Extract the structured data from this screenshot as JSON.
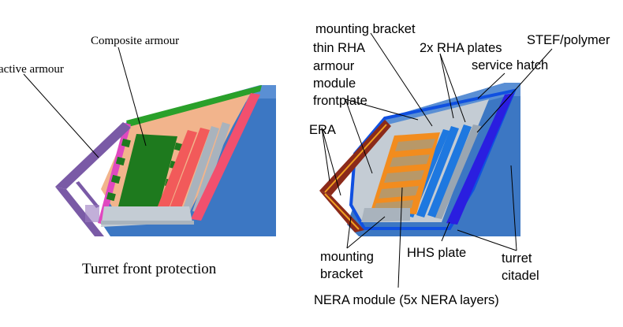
{
  "left_figure": {
    "labels": {
      "active_armour": "active armour",
      "composite_armour": "Composite armour"
    },
    "caption": "Turret front protection",
    "colors": {
      "turret_blue": "#3c77c3",
      "active_armour_frame": "#7a5aa6",
      "composite_fill": "#f2b48c",
      "module_green": "#1e7a1e",
      "top_plate_green": "#2aa02a",
      "magenta_plate": "#e048c0",
      "red_plates": "#f25a5a",
      "pink_plate": "#f2506e",
      "gray_plates": "#a9b3bd"
    }
  },
  "right_figure": {
    "labels": {
      "mounting_bracket_top": "mounting bracket",
      "thin_rha_1": "thin RHA",
      "thin_rha_2": "armour",
      "thin_rha_3": "module",
      "thin_rha_4": "frontplate",
      "rha_plates": "2x RHA plates",
      "stef": "STEF/polymer",
      "service_hatch": "service hatch",
      "era": "ERA",
      "mounting_bracket_bottom_1": "mounting",
      "mounting_bracket_bottom_2": "bracket",
      "hhs_plate": "HHS plate",
      "turret_citadel_1": "turret",
      "turret_citadel_2": "citadel",
      "nera_module": "NERA module (5x NERA layers)"
    },
    "colors": {
      "turret_blue": "#3c77c3",
      "outline_blue": "#1050e0",
      "inner_gray": "#c4ccd4",
      "era_brown": "#8b2a1a",
      "era_orange": "#f0a020",
      "nera_orange": "#f28c1e",
      "nera_tan": "#b89868",
      "rha_blue": "#1e78e0",
      "dark_blue_plate": "#2a1ee0",
      "stef_gray": "#9aa6b2"
    }
  }
}
